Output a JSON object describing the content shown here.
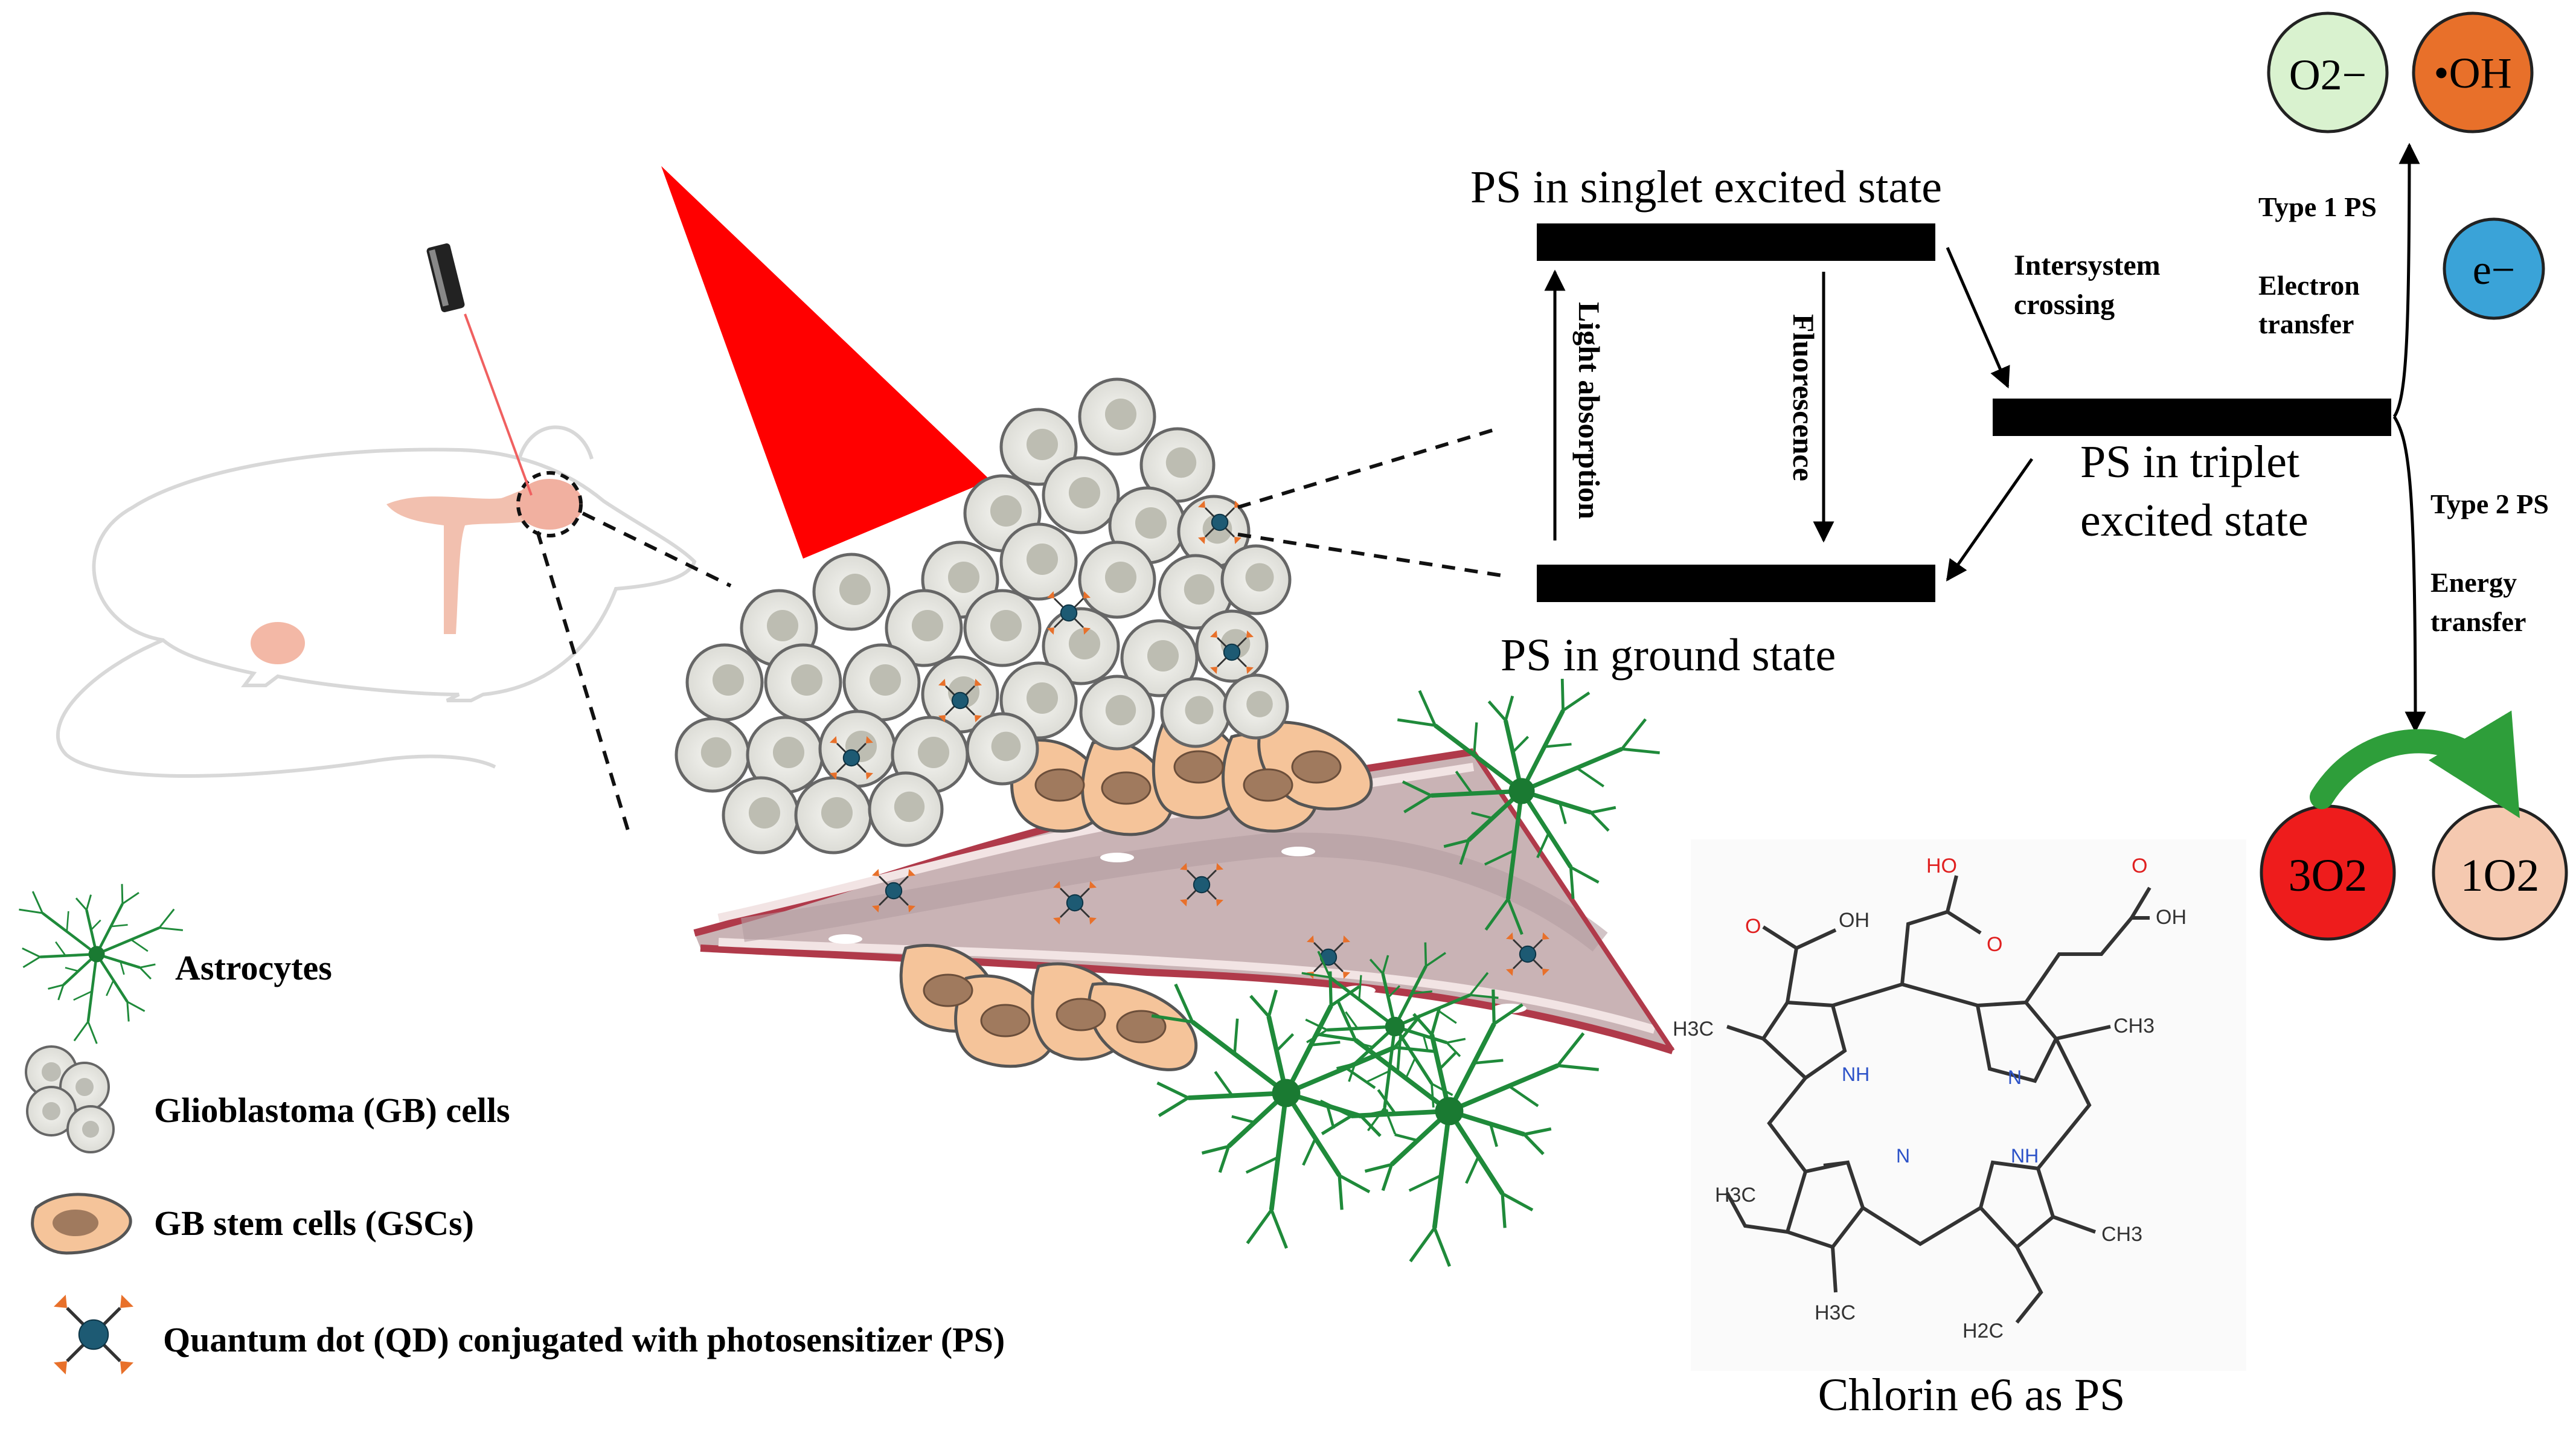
{
  "energy_diagram": {
    "singlet_label": "PS in singlet excited state",
    "ground_label": "PS in ground state",
    "triplet_label_line1": "PS in triplet",
    "triplet_label_line2": "excited state",
    "light_absorption": "Light absorption",
    "fluorescence": "Fluorescence",
    "isc_line1": "Intersystem",
    "isc_line2": "crossing",
    "type1_label": "Type 1 PS",
    "electron_transfer_line1": "Electron",
    "electron_transfer_line2": "transfer",
    "type2_label": "Type 2 PS",
    "energy_transfer_line1": "Energy",
    "energy_transfer_line2": "transfer"
  },
  "species": {
    "superoxide": "O2−",
    "hydroxyl": "•OH",
    "electron": "e−",
    "triplet_oxygen": "3O2",
    "singlet_oxygen": "1O2",
    "colors": {
      "superoxide": "#d9f2cf",
      "hydroxyl": "#e8702a",
      "electron": "#3aa3d8",
      "triplet_oxygen": "#ee1c1c",
      "singlet_oxygen": "#f5c9b0",
      "curved_arrow": "#2e9e3a"
    }
  },
  "legend": {
    "astrocytes": "Astrocytes",
    "gb_cells": "Glioblastoma (GB) cells",
    "gsc": "GB stem cells (GSCs)",
    "qd": "Quantum dot (QD) conjugated with photosensitizer (PS)"
  },
  "chemical": {
    "caption": "Chlorin e6 as PS",
    "labels": {
      "oh1": "OH",
      "ho": "HO",
      "oh2": "OH",
      "o1": "O",
      "o2": "O",
      "o3": "O",
      "h3c_left": "H3C",
      "ch3_right": "CH3",
      "nh1": "NH",
      "n1": "N",
      "n2": "N",
      "nh2": "NH",
      "h3c_mid": "H3C",
      "ch3_mid": "CH3",
      "h3c_bottom": "H3C",
      "h2c": "H2C"
    }
  }
}
